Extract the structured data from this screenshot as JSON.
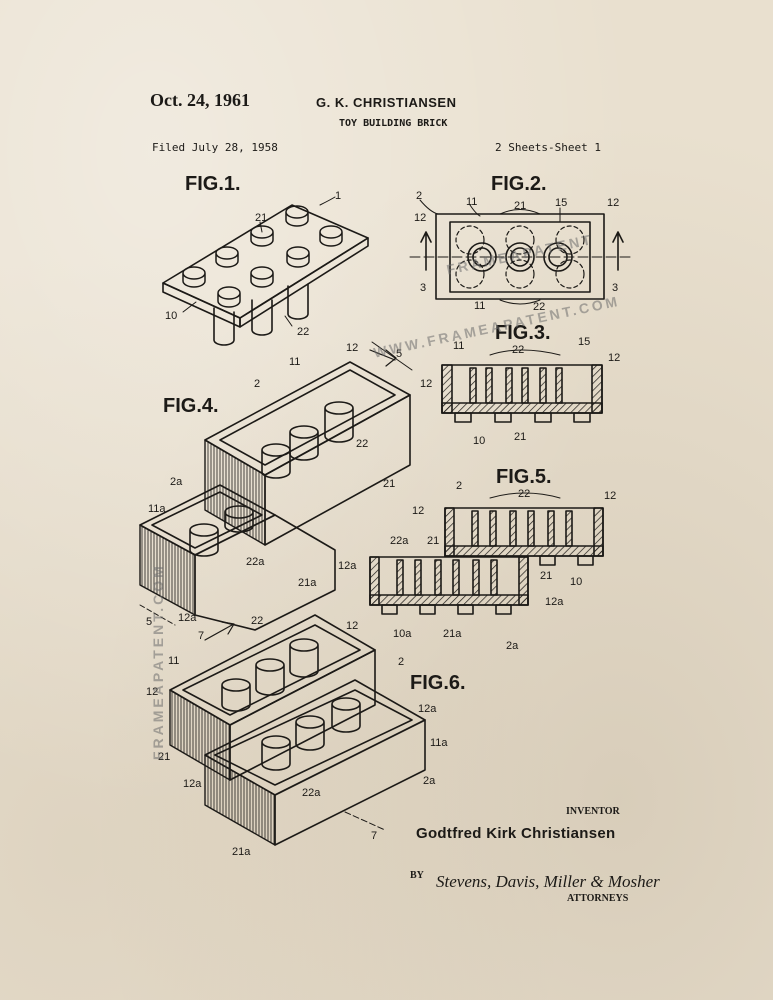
{
  "header": {
    "date": "Oct. 24, 1961",
    "inventor_short": "G. K. CHRISTIANSEN",
    "title": "TOY BUILDING BRICK",
    "filed": "Filed July 28, 1958",
    "sheets": "2 Sheets-Sheet 1"
  },
  "figures": {
    "fig1": "FIG.1.",
    "fig2": "FIG.2.",
    "fig3": "FIG.3.",
    "fig4": "FIG.4.",
    "fig5": "FIG.5.",
    "fig6": "FIG.6."
  },
  "refs": {
    "r1": "1",
    "r2": "2",
    "r3": "3",
    "r5": "5",
    "r7": "7",
    "r10": "10",
    "r10a": "10a",
    "r11": "11",
    "r11a": "11a",
    "r12": "12",
    "r12a": "12a",
    "r15": "15",
    "r21": "21",
    "r21a": "21a",
    "r22": "22",
    "r22a": "22a",
    "r2a": "2a"
  },
  "footer": {
    "inventor_label": "INVENTOR",
    "inventor_name": "Godtfred Kirk Christiansen",
    "by": "BY",
    "attorneys_signature": "Stevens, Davis, Miller & Mosher",
    "attorneys_label": "ATTORNEYS"
  },
  "watermark": {
    "text": "FRAMEAPATENT",
    "text_com": "WWW.FRAMEAPATENT.COM",
    "text_side": "FRAMEAPATENT.COM"
  },
  "colors": {
    "paper": "#e9e0cf",
    "ink": "#1c1a17",
    "watermark": "#6e6e6e"
  }
}
